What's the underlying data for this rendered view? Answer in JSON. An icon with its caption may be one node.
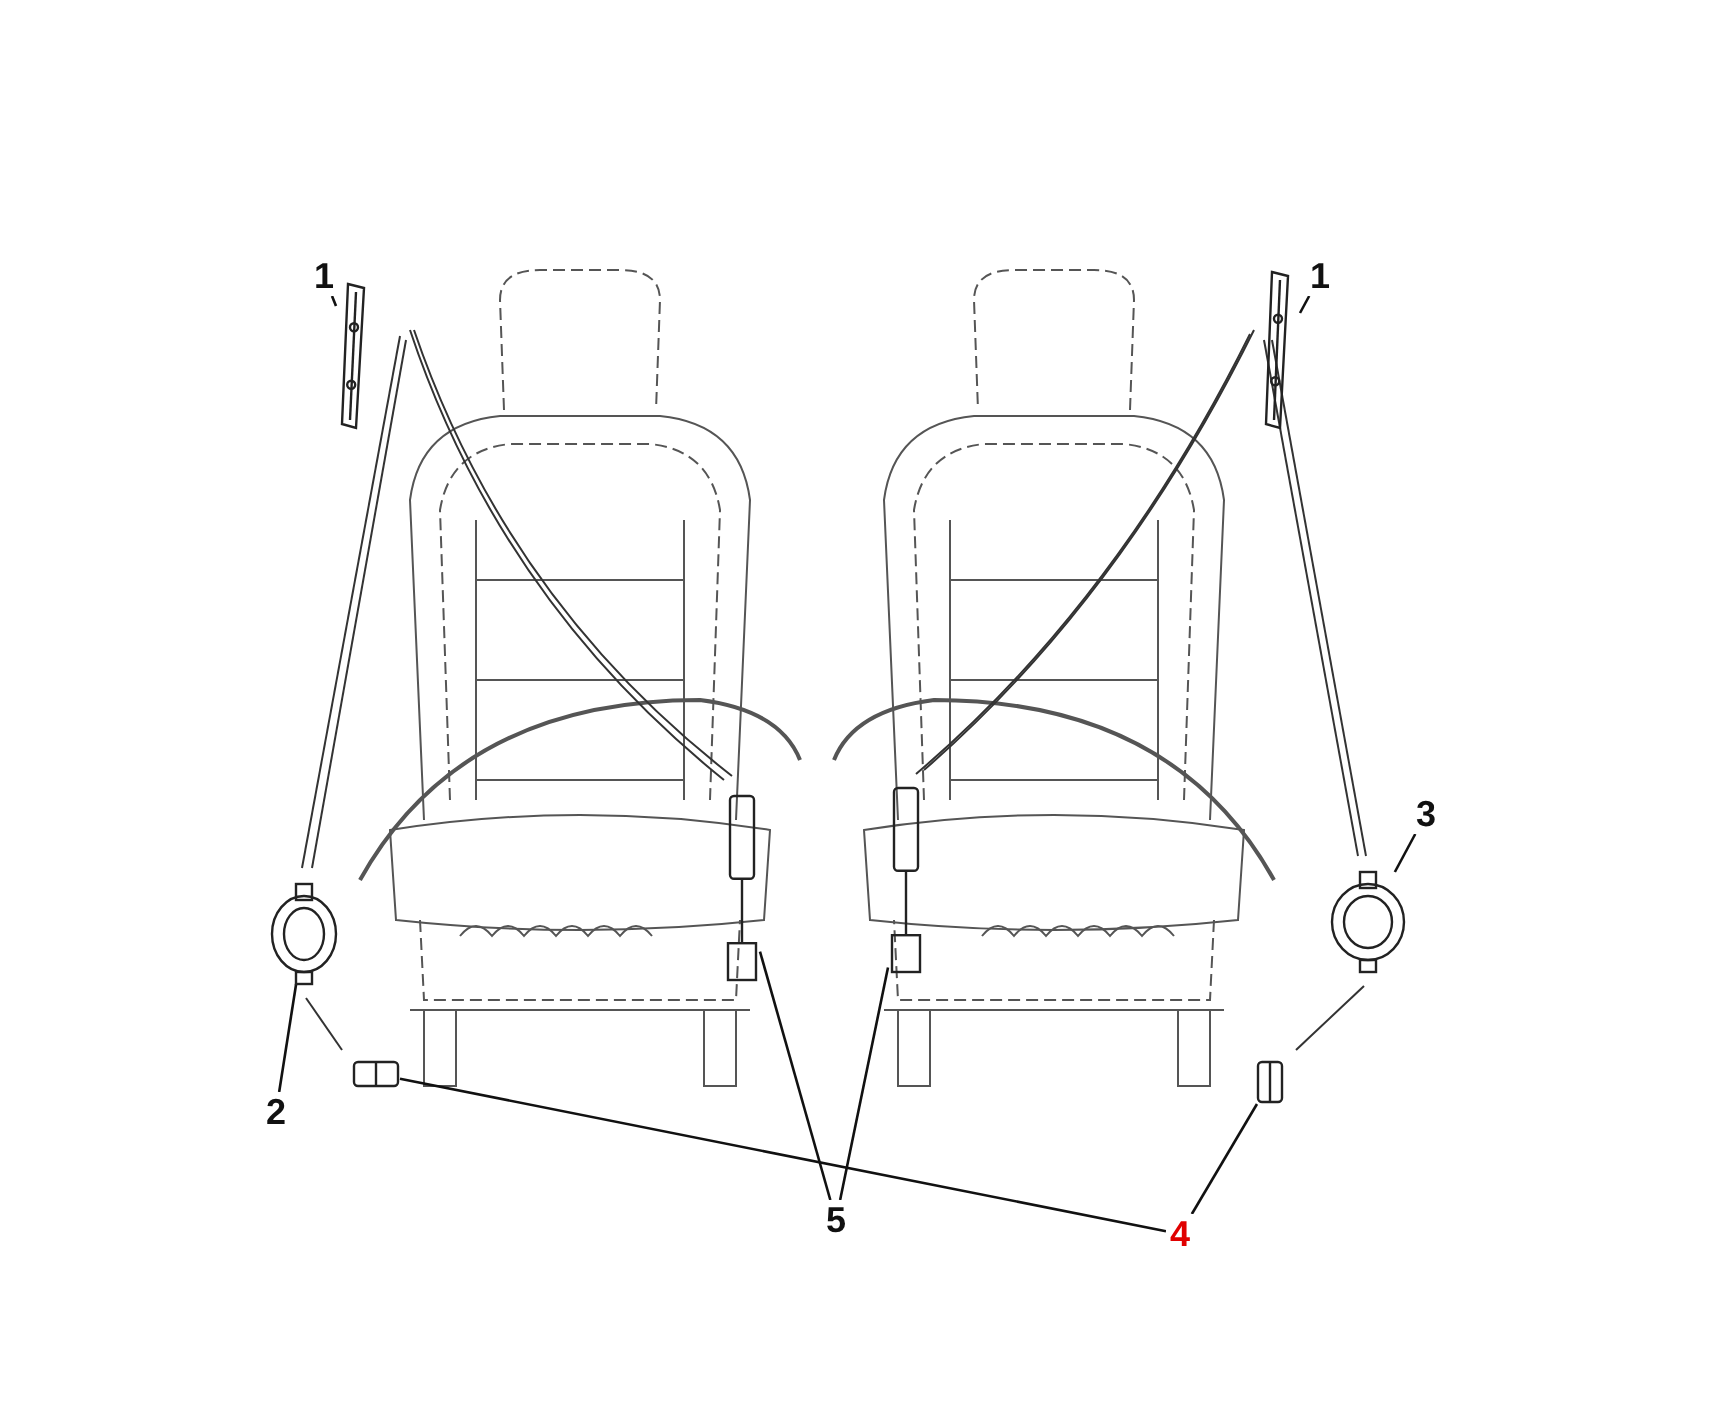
{
  "diagram": {
    "nodes": [
      {
        "text": [
          "1"
        ]
      },
      {
        "text": [
          "1"
        ]
      },
      {
        "text": [
          "3"
        ]
      },
      {
        "text": [
          "2"
        ]
      },
      {
        "text": [
          "5"
        ]
      },
      {
        "text": [
          "4"
        ]
      },
      {
        "text": [],
        "shape": "picture"
      },
      {
        "text": [],
        "shape": "picture"
      },
      {
        "text": [],
        "shape": "picture"
      },
      {
        "text": [],
        "shape": "picture"
      },
      {
        "text": [],
        "shape": "picture"
      },
      {
        "text": [],
        "shape": "picture"
      },
      {
        "text": [],
        "shape": "picture"
      },
      {
        "text": [],
        "shape": "picture"
      }
    ],
    "edges": [
      {
        "from": 0,
        "to": 6,
        "arrow": "none"
      },
      {
        "from": 1,
        "to": 7,
        "arrow": "none"
      },
      {
        "from": 2,
        "to": 8,
        "arrow": "none"
      },
      {
        "from": 3,
        "to": 9,
        "arrow": "none"
      },
      {
        "from": 4,
        "to": 10,
        "arrow": "none"
      },
      {
        "from": 4,
        "to": 11,
        "arrow": "none"
      },
      {
        "from": 5,
        "to": 12,
        "arrow": "none"
      },
      {
        "from": 5,
        "to": 13,
        "arrow": "none"
      }
    ]
  }
}
